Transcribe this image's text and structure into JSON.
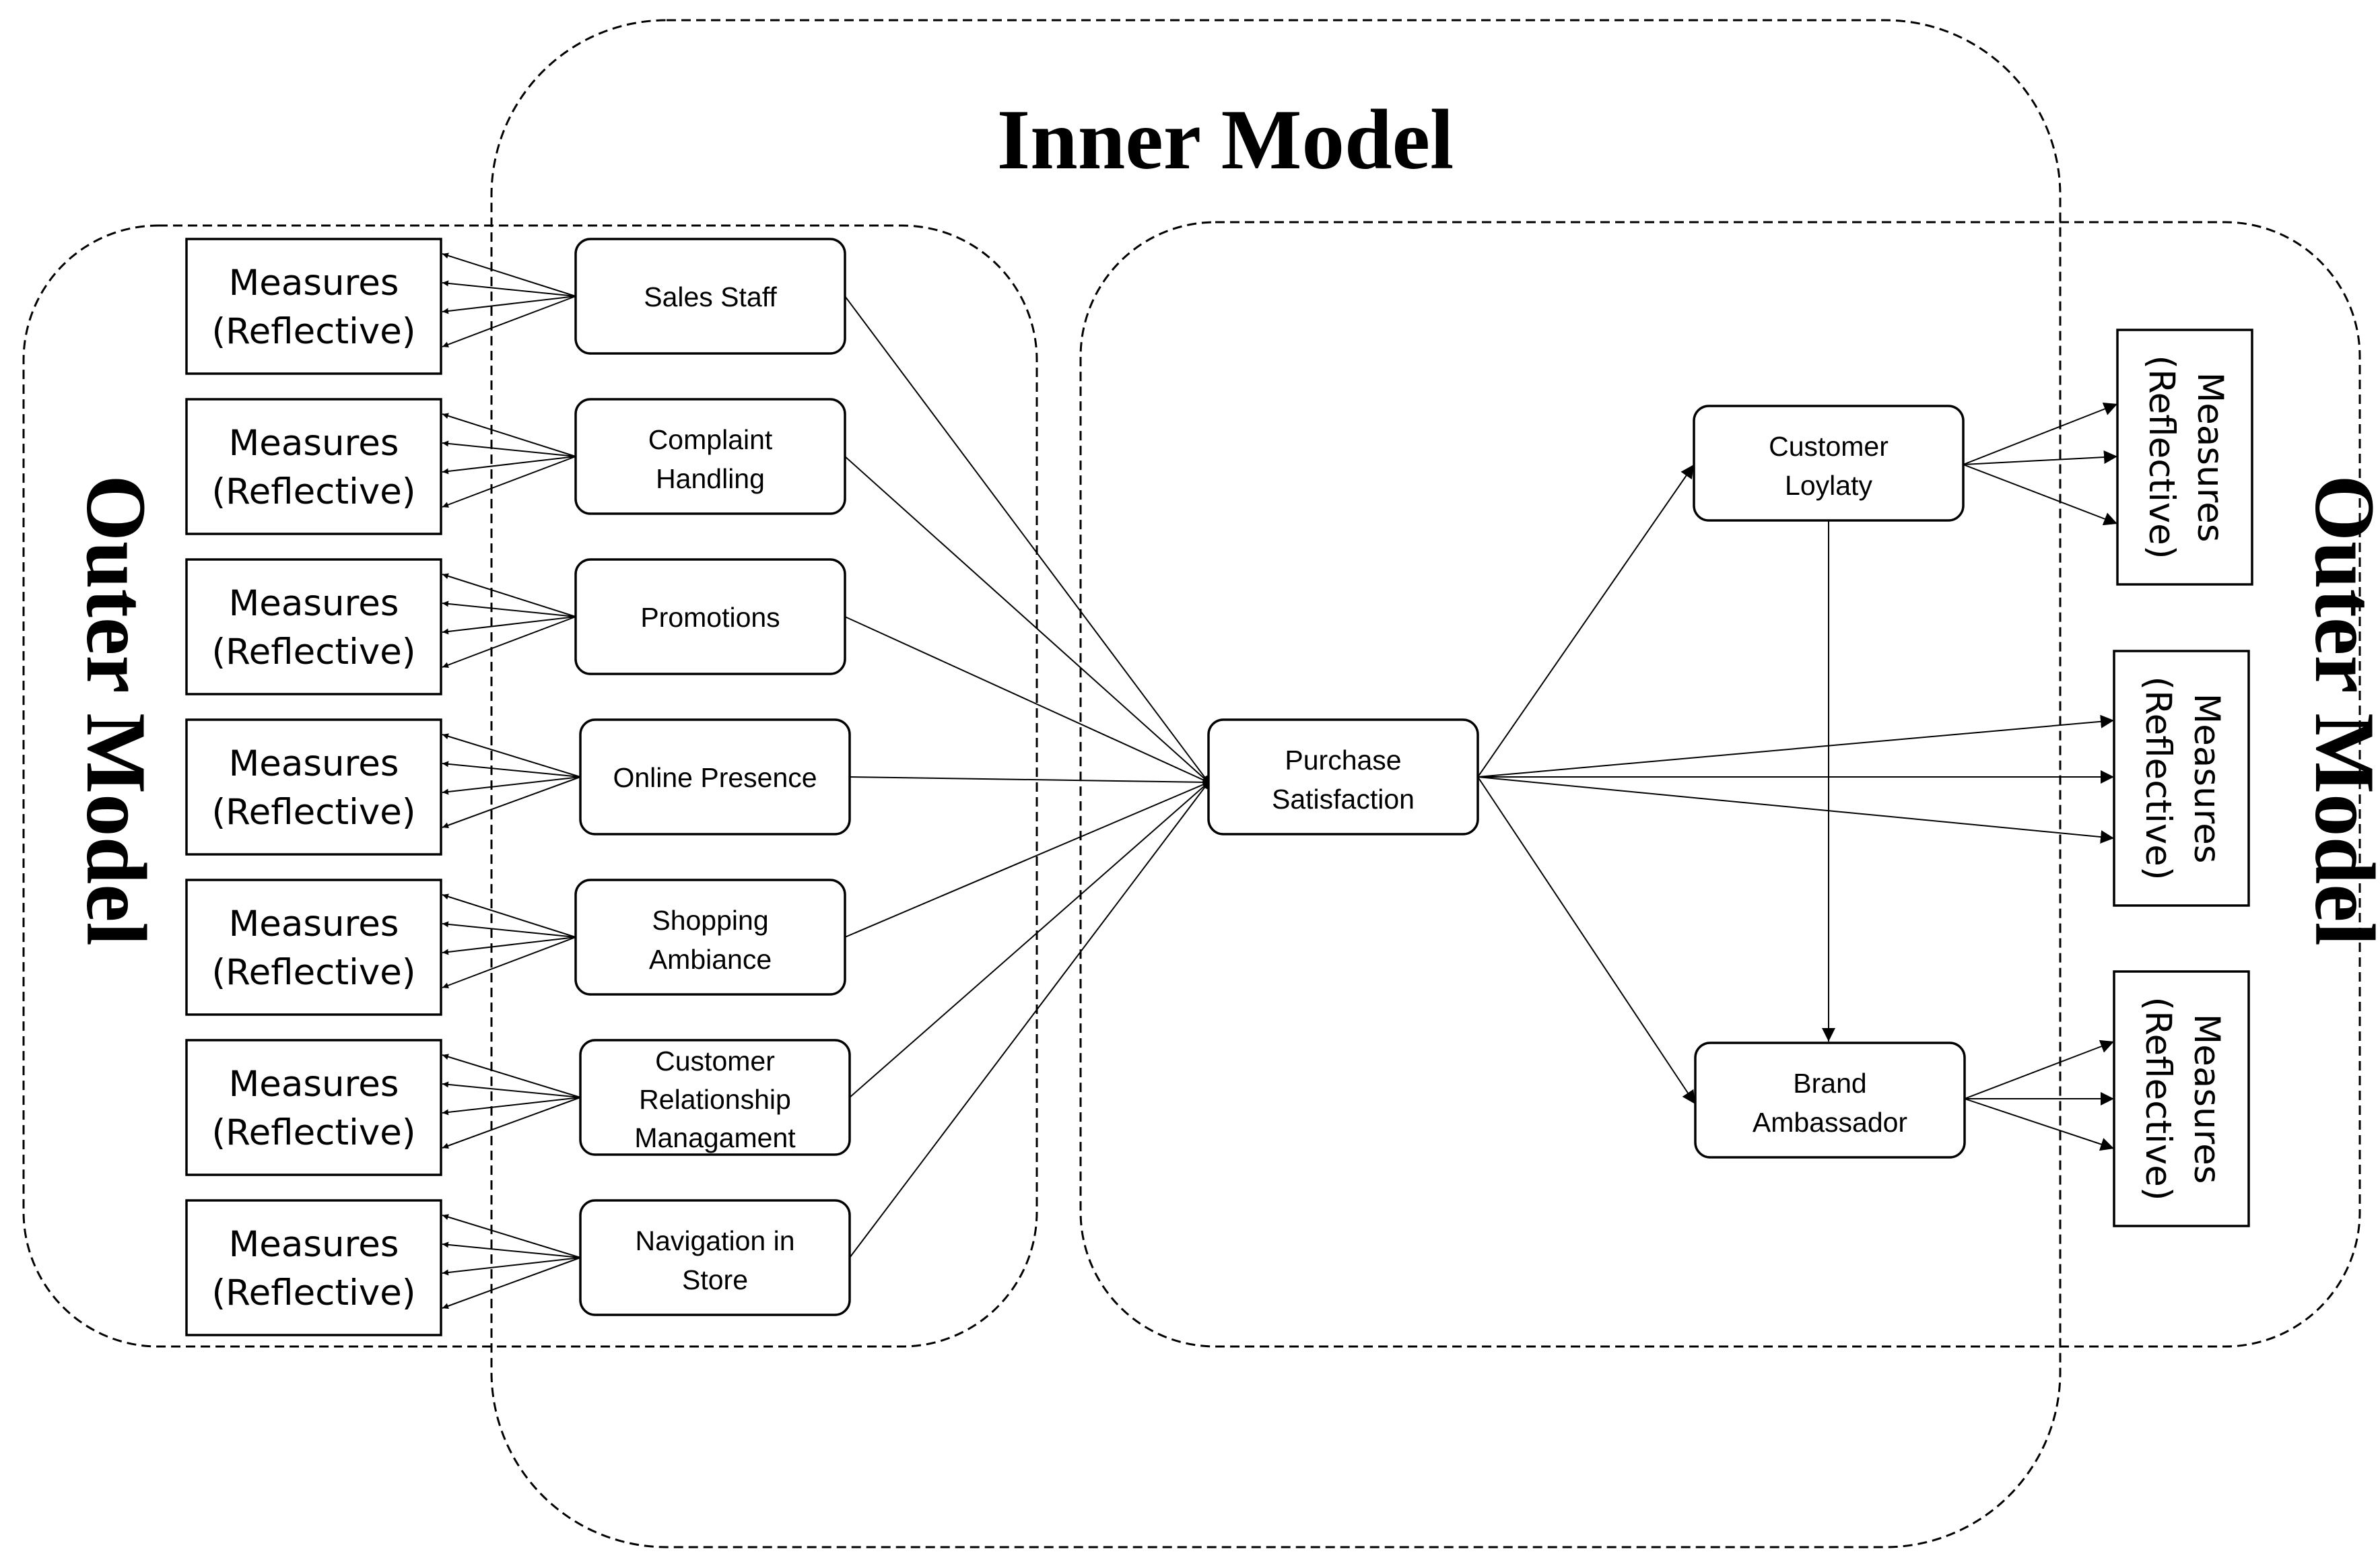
{
  "titles": {
    "inner_model": "Inner Model",
    "outer_model_left": "Outer Model",
    "outer_model_right": "Outer Model"
  },
  "measures": {
    "line1": "Measures",
    "line2": "(Reflective)"
  },
  "constructs": {
    "sales_staff": [
      "Sales Staff"
    ],
    "complaint_handling": [
      "Complaint",
      "Handling"
    ],
    "promotions": [
      "Promotions"
    ],
    "online_presence": [
      "Online Presence"
    ],
    "shopping_ambiance": [
      "Shopping",
      "Ambiance"
    ],
    "customer_relationship": [
      "Customer",
      "Relationship",
      "Managament"
    ],
    "navigation": [
      "Navigation in",
      "Store"
    ],
    "purchase_satisfaction": [
      "Purchase",
      "Satisfaction"
    ],
    "customer_loyalty": [
      "Customer",
      "Loylaty"
    ],
    "brand_ambassador": [
      "Brand",
      "Ambassador"
    ]
  }
}
